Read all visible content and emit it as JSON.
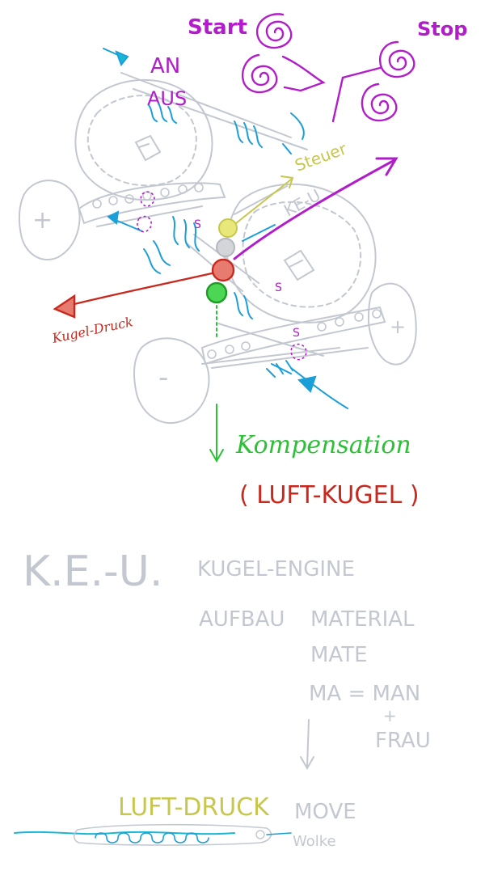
{
  "labels": {
    "start": "Start",
    "stop": "Stop",
    "an": "AN",
    "aus": "AUS",
    "steuer": "Steuer",
    "keu_small": "KE-U",
    "s_marker": "S",
    "kompensation": "Kompensation",
    "luft_kugel": "( LUFT-KUGEL )",
    "red_arrow_text": "Kugel-Druck",
    "plus": "+",
    "minus": "-"
  },
  "notes": {
    "keu_big": "K.E.-U.",
    "kugel_engine": "KUGEL-ENGINE",
    "aufbau": "AUFBAU",
    "material": "MATERIAL",
    "mate": "MATE",
    "ma_equals_man": "MA = MAN",
    "plus_sign": "+",
    "frau": "FRAU",
    "luft_druck": "LUFT-DRUCK",
    "move": "MOVE",
    "wolke": "Wolke"
  },
  "colors": {
    "purple": "#b11ec9",
    "blue": "#1a9fd8",
    "cyan": "#18b7d6",
    "red": "#c8291e",
    "green": "#2ac234",
    "olive": "#c7c74d",
    "grey": "#c3c8d0",
    "dark_grey": "#8b9099"
  }
}
